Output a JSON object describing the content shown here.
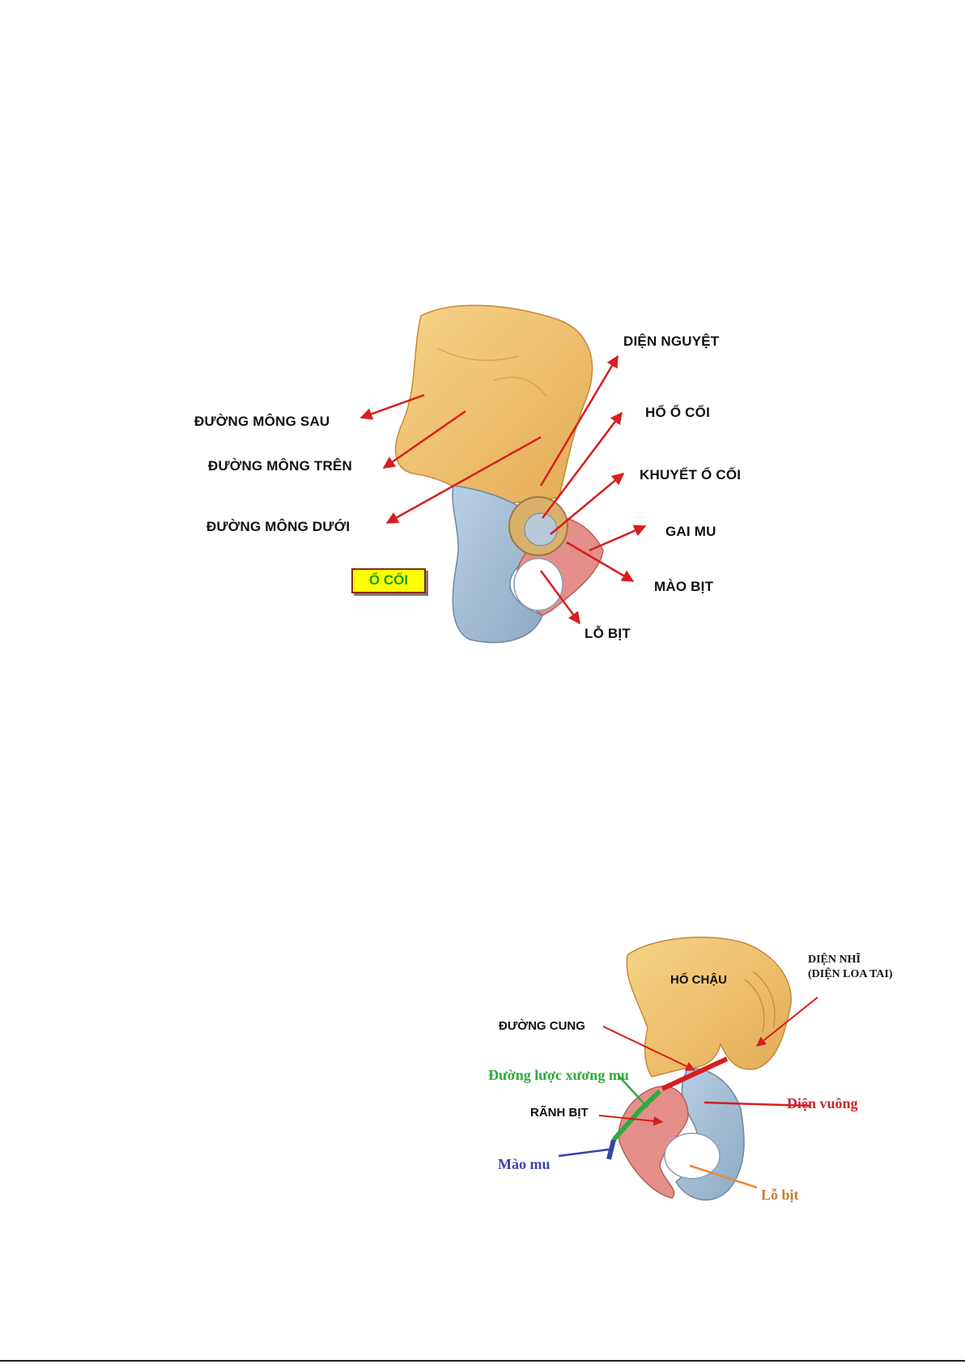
{
  "figure1": {
    "labels": {
      "duong_mong_sau": "ĐƯỜNG MÔNG SAU",
      "duong_mong_tren": "ĐƯỜNG MÔNG TRÊN",
      "duong_mong_duoi": "ĐƯỜNG MÔNG DƯỚI",
      "dien_nguyet": "DIỆN NGUYỆT",
      "ho_o_coi": "HỐ Ổ CỐI",
      "khuyet_o_coi": "KHUYẾT Ổ CỐI",
      "gai_mu": "GAI MU",
      "mao_bit": "MÀO BỊT",
      "lo_bit": "LỖ BỊT"
    },
    "badge": "Ổ CỐI"
  },
  "figure2": {
    "labels": {
      "ho_chau": "HỐ CHẬU",
      "dien_nhi_1": "DIỆN NHĨ",
      "dien_nhi_2": "(DIỆN LOA TAI)",
      "duong_cung": "ĐƯỜNG CUNG",
      "duong_luoc": "Đường lược xương mu",
      "dien_vuong": "Diện vuông",
      "ranh_bit": "RÃNH BỊT",
      "mao_mu": "Mào mu",
      "lo_bit": "Lỗ bịt"
    }
  },
  "colors": {
    "ilium": "#f0c070",
    "ischium": "#a9c4dc",
    "pubis": "#e58f8a",
    "arrow": "#d81e1e",
    "green": "#2eab3c",
    "blue": "#3545a8",
    "orange": "#e8893a"
  }
}
